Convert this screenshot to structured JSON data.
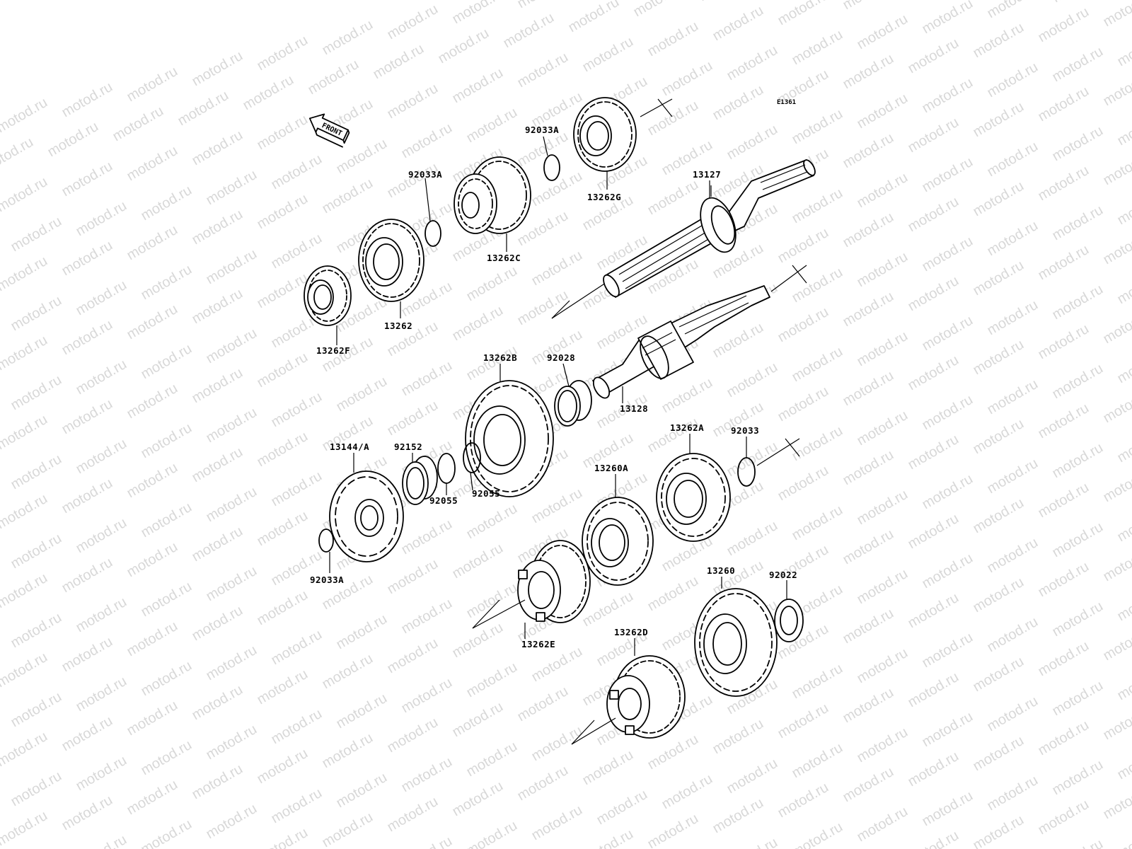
{
  "watermark": {
    "text": "motod.ru",
    "color": "#d8d8d8"
  },
  "diagram": {
    "code": "E1361",
    "front_label": "FRONT",
    "labels": {
      "p13262F": "13262F",
      "p13262": "13262",
      "p92033A_1": "92033A",
      "p13262C": "13262C",
      "p92033A_2": "92033A",
      "p13262G": "13262G",
      "p13127": "13127",
      "p13262B": "13262B",
      "p92028": "92028",
      "p13128": "13128",
      "p13144A": "13144/A",
      "p92152": "92152",
      "p92055_1": "92055",
      "p92055_2": "92055",
      "p92033A_3": "92033A",
      "p13260A": "13260A",
      "p13262A": "13262A",
      "p92033": "92033",
      "p13262E": "13262E",
      "p13260": "13260",
      "p92022": "92022",
      "p13262D": "13262D"
    }
  }
}
